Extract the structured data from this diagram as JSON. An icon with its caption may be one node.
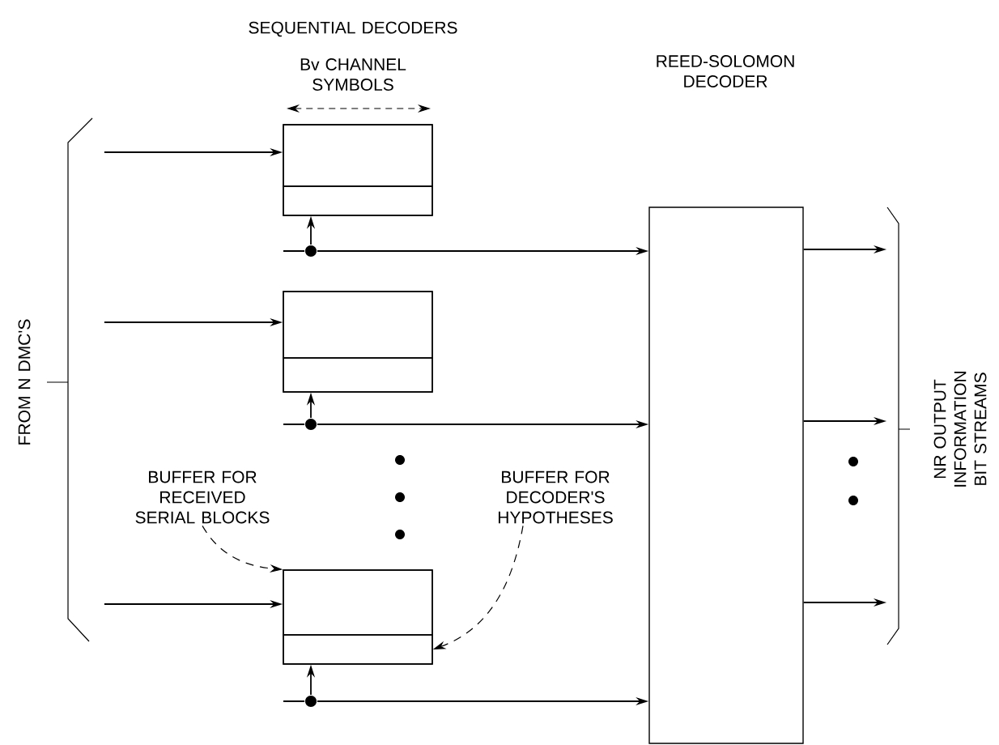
{
  "diagram": {
    "nodes": [
      {
        "text": [],
        "shape": "box"
      },
      {
        "text": [],
        "shape": "box",
        "in": 0
      },
      {
        "text": [],
        "shape": "box",
        "in": 0
      },
      {
        "text": [],
        "shape": "box"
      },
      {
        "text": [],
        "shape": "box",
        "in": 3
      },
      {
        "text": [],
        "shape": "box",
        "in": 3
      },
      {
        "text": [],
        "shape": "box"
      },
      {
        "text": [],
        "shape": "box",
        "in": 6
      },
      {
        "text": [],
        "shape": "box",
        "in": 6
      },
      {
        "text": [],
        "shape": "box"
      },
      {
        "text": [],
        "shape": "circle"
      },
      {
        "text": [],
        "shape": "circle"
      },
      {
        "text": [],
        "shape": "circle"
      },
      {
        "text": [
          "BUFFER FOR RECEIVED SERIAL BLOCKS"
        ]
      },
      {
        "text": [
          "BUFFER FOR DECODER'S HYPOTHESES"
        ]
      },
      {
        "text": [
          "FROM N DMC'S"
        ]
      },
      {
        "text": [
          "NR OUTPUT INFORMATION BIT STREAMS"
        ]
      }
    ],
    "edges": [
      {
        "from": 15,
        "to": 1,
        "arrow": "to"
      },
      {
        "from": 15,
        "to": 4,
        "arrow": "to"
      },
      {
        "from": 15,
        "to": 7,
        "arrow": "to"
      },
      {
        "from": null,
        "to": 9,
        "arrow": "to"
      },
      {
        "from": null,
        "to": 9,
        "arrow": "to"
      },
      {
        "from": null,
        "to": 9,
        "arrow": "to"
      },
      {
        "from": 10,
        "to": 2,
        "arrow": "to"
      },
      {
        "from": 11,
        "to": 5,
        "arrow": "to"
      },
      {
        "from": 12,
        "to": 8,
        "arrow": "to"
      },
      {
        "from": 9,
        "to": 16,
        "arrow": "to"
      },
      {
        "from": 9,
        "to": 16,
        "arrow": "to"
      },
      {
        "from": 9,
        "to": 16,
        "arrow": "to"
      },
      {
        "from": 13,
        "to": 7,
        "arrow": "to",
        "style": "dashed"
      },
      {
        "from": 14,
        "to": 8,
        "arrow": "to",
        "style": "dashed"
      }
    ],
    "labels": [
      "SEQUENTIAL DECODERS",
      "REED-SOLOMON DECODER",
      "Bv CHANNEL SYMBOLS"
    ]
  }
}
